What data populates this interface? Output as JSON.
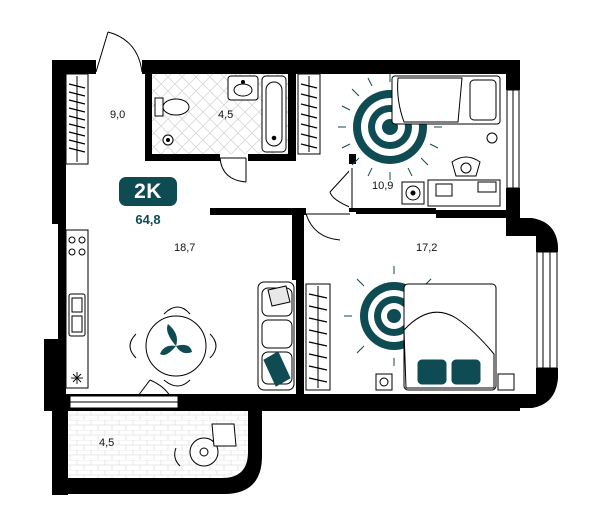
{
  "apartment": {
    "type_label": "2K",
    "total_area": "64,8",
    "accent_color": "#0f4b53",
    "wall_color": "#000000"
  },
  "rooms": {
    "hallway": "9,0",
    "bathroom": "4,5",
    "bedroom_small": "10,9",
    "kitchen_living": "18,7",
    "bedroom_large": "17,2",
    "balcony": "4,5"
  }
}
